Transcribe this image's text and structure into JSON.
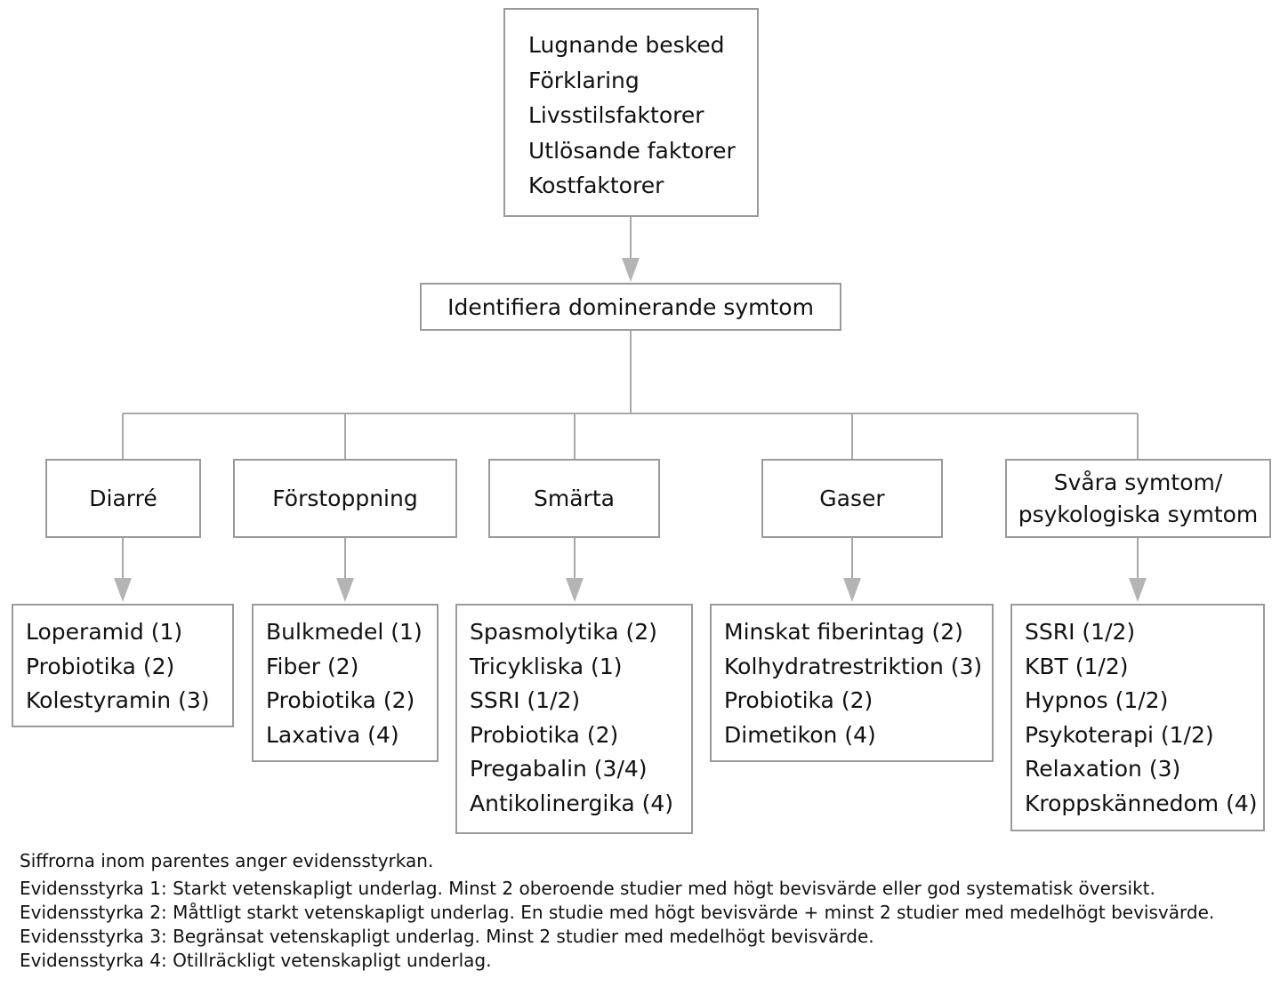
{
  "top_box": {
    "lines": [
      "Lugnande besked",
      "Förklaring",
      "Livsstilsfaktorer",
      "Utlösande faktorer",
      "Kostfaktorer"
    ]
  },
  "identify_box": {
    "label": "Identifiera dominerande symtom"
  },
  "categories": [
    {
      "label": "Diarré",
      "items": [
        "Loperamid (1)",
        "Probiotika (2)",
        "Kolestyramin (3)"
      ]
    },
    {
      "label": "Förstoppning",
      "items": [
        "Bulkmedel (1)",
        "Fiber (2)",
        "Probiotika (2)",
        "Laxativa (4)"
      ]
    },
    {
      "label": "Smärta",
      "items": [
        "Spasmolytika (2)",
        "Tricykliska (1)",
        "SSRI (1/2)",
        "Probiotika (2)",
        "Pregabalin (3/4)",
        "Antikolinergika (4)"
      ]
    },
    {
      "label": "Gaser",
      "items": [
        "Minskat fiberintag (2)",
        "Kolhydratrestriktion (3)",
        "Probiotika (2)",
        "Dimetikon (4)"
      ]
    },
    {
      "label_lines": [
        "Svåra symtom/",
        "psykologiska symtom"
      ],
      "items": [
        "SSRI (1/2)",
        "KBT (1/2)",
        "Hypnos (1/2)",
        "Psykoterapi (1/2)",
        "Relaxation (3)",
        "Kroppskännedom (4)"
      ]
    }
  ],
  "legend": {
    "note": "Siffrorna inom parentes anger evidensstyrkan.",
    "levels": [
      "Evidensstyrka 1: Starkt vetenskapligt underlag. Minst 2 oberoende studier med högt bevisvärde eller god systematisk översikt.",
      "Evidensstyrka 2: Måttligt starkt vetenskapligt underlag. En studie med högt bevisvärde + minst 2 studier med medelhögt bevisvärde.",
      "Evidensstyrka 3: Begränsat vetenskapligt underlag. Minst 2 studier med medelhögt bevisvärde.",
      "Evidensstyrka 4: Otillräckligt vetenskapligt underlag."
    ]
  },
  "colors": {
    "line": "#a8a8a8",
    "border": "#9a9a9a",
    "text": "#111111"
  }
}
